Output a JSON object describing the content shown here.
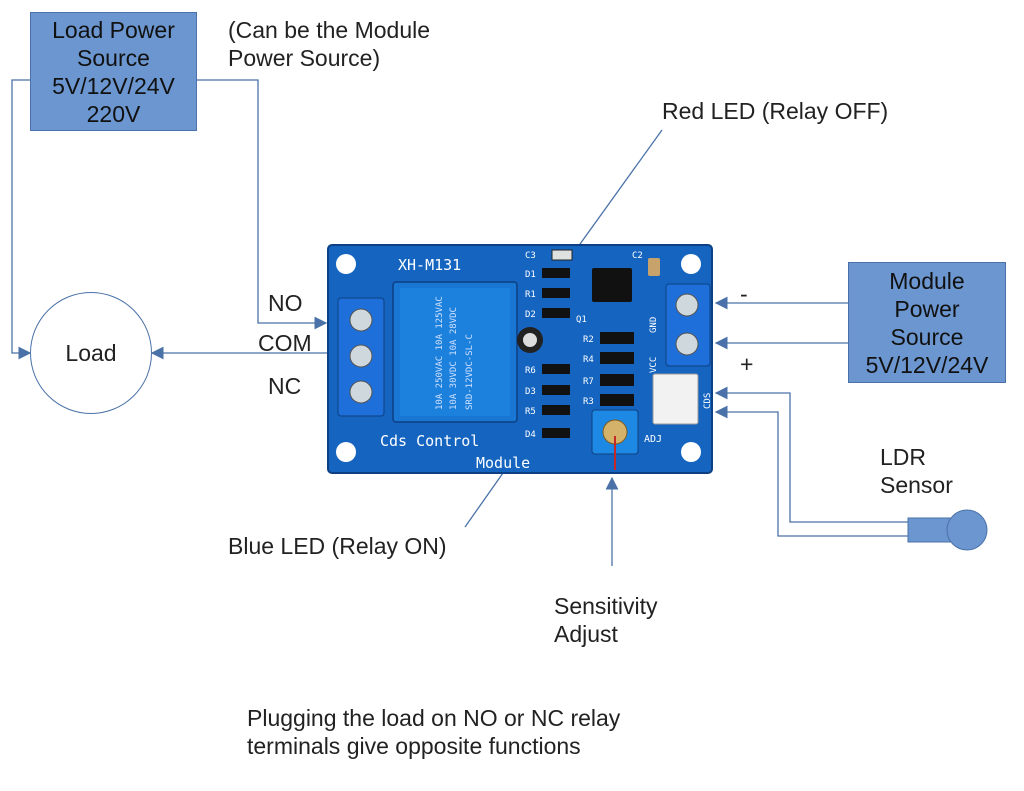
{
  "labels": {
    "load_power_source": "Load Power\nSource\n5V/12V/24V\n220V",
    "module_note": "(Can be the Module\nPower Source)",
    "red_led": "Red LED (Relay OFF)",
    "module_power_source": "Module\nPower\nSource\n5V/12V/24V",
    "minus": "-",
    "plus": "+",
    "no": "NO",
    "com": "COM",
    "nc": "NC",
    "load": "Load",
    "ldr_sensor": "LDR\nSensor",
    "blue_led": "Blue LED (Relay ON)",
    "sensitivity": "Sensitivity\nAdjust",
    "footer": "Plugging the load on NO or NC relay\nterminals give opposite functions"
  },
  "board": {
    "model": "XH-M131",
    "title_line1": "Cds Control",
    "title_line2": "Module",
    "relay_lines": [
      "10A 250VAC 10A 125VAC",
      "10A 30VDC 10A 28VDC",
      "SRD-12VDC-SL-C"
    ],
    "component_labels": {
      "c3": "C3",
      "d1": "D1",
      "r1": "R1",
      "d2": "D2",
      "q1": "Q1",
      "r2": "R2",
      "r4": "R4",
      "r6": "R6",
      "d3": "D3",
      "r7": "R7",
      "r5": "R5",
      "r3": "R3",
      "d4": "D4",
      "c2": "C2",
      "gnd": "GND",
      "vcc": "VCC",
      "cds": "CDS",
      "adj": "ADJ"
    }
  },
  "colors": {
    "box_fill": "#6b96cf",
    "line": "#4a72a8",
    "pcb": "#1565c0",
    "terminal": "#1e6fd9"
  }
}
